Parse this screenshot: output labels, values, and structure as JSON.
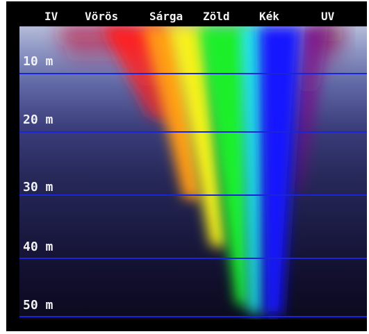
{
  "bands": [
    "IV",
    "Vörös",
    "Sárga",
    "Zöld",
    "Kék",
    "UV"
  ],
  "depths": [
    "10 m",
    "20 m",
    "30 m",
    "40 m",
    "50 m"
  ],
  "colors": {
    "frame": "#000000",
    "label_text": "#f2f2f2",
    "depth_line": "#1a24d8",
    "water_top": "#b4bcd8",
    "water_bottom": "#0b0a1d",
    "infrared": "#c01a44",
    "red": "#ff1e1e",
    "orange": "#ff9a14",
    "yellow": "#f7f01e",
    "green": "#1eef2a",
    "cyan": "#22e6e6",
    "blue": "#1414ff",
    "violet": "#7a0a88",
    "ultraviolet": "#8c0a44"
  }
}
